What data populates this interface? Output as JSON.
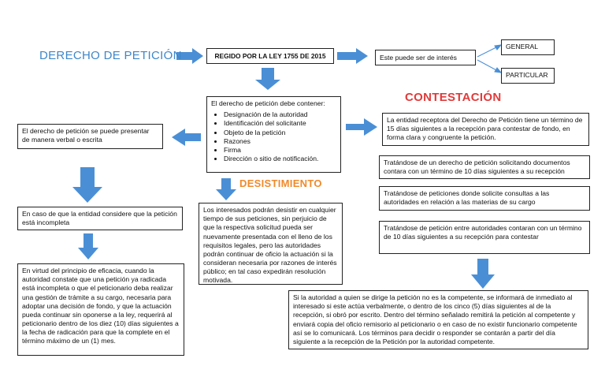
{
  "titles": {
    "main": "DERECHO DE PETICIÓN",
    "contestacion": "CONTESTACIÓN",
    "desistimiento": "DESISTIMIENTO"
  },
  "boxes": {
    "regido": "REGIDO POR LA LEY 1755 DE 2015",
    "interes": "Este puede ser de interés",
    "general": "GENERAL",
    "particular": "PARTICULAR",
    "contener_title": "El derecho de petición debe contener:",
    "contener_items": [
      "Designación de la autoridad",
      "Identificación del solicitante",
      "Objeto de la petición",
      "Razones",
      "Firma",
      "Dirección o sitio de notificación."
    ],
    "verbal": "El derecho de petición se puede presentar de manera verbal o escrita",
    "incompleta": "En caso de que la entidad considere que la petición está incompleta",
    "eficacia": "En virtud del principio de eficacia, cuando la autoridad constate que una petición ya radicada está incompleta o que el peticionario deba realizar una gestión de trámite a su cargo, necesaria para adoptar una decisión de fondo, y que la actuación pueda continuar sin oponerse a la ley, requerirá al peticionario dentro de los diez (10) días siguientes a la fecha de radicación para que la complete en el término máximo de un (1) mes.",
    "desistir": "Los interesados podrán desistir en cualquier tiempo de sus peticiones, sin perjuicio de que la respectiva solicitud pueda ser nuevamente presentada con el lleno de los requisitos legales, pero las autoridades podrán continuar de oficio la actuación si la consideran necesaria por razones de interés público; en tal caso expedirán resolución motivada.",
    "quince": "La entidad receptora del Derecho de Petición tiene un término de 15 días siguientes a la recepción para contestar de fondo, en forma clara y congruente la petición.",
    "documentos": "Tratándose de un derecho de petición solicitando documentos contara con un término de 10 días siguientes a su recepción",
    "consultas": "Tratándose de peticiones donde solicite consultas a las autoridades en relación a las materias de su cargo",
    "autoridades": "Tratándose de petición entre autoridades contaran con un término de 10 días siguientes a su recepción para contestar",
    "competente": "Si la autoridad a quien se dirige la petición no es la competente, se informará de inmediato al interesado si este actúa verbalmente, o dentro de los cinco (5) días siguientes al de la recepción, si obró por escrito. Dentro del término señalado remitirá la petición al competente y enviará copia del oficio remisorio al peticionario o en caso de no existir funcionario competente así se lo comunicará. Los términos para decidir o responder se contarán a partir del día siguiente a la recepción de la Petición por la autoridad competente."
  },
  "colors": {
    "arrow": "#4a8fd6",
    "title_blue": "#3e87c9",
    "title_red": "#e13b3b",
    "title_orange": "#f08a2b"
  }
}
